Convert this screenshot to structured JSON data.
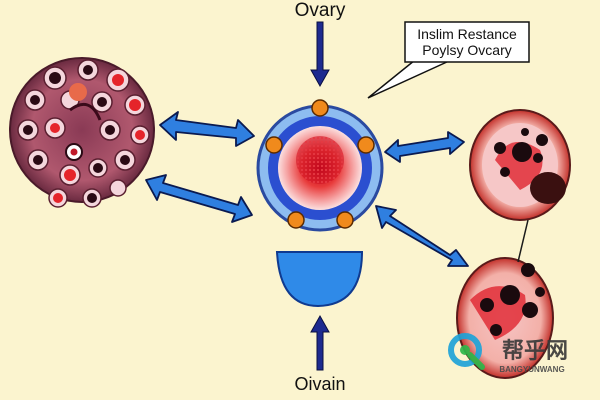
{
  "labels": {
    "top": "Ovary",
    "bottom": "Oivain",
    "callout_line1": "Inslim Restance",
    "callout_line2": "Poylsy Ovcary"
  },
  "watermark": {
    "cn_text": "帮乎网",
    "en_text": "BANGYUNWANG"
  },
  "colors": {
    "background": "#fbf4cf",
    "arrow_blue": "#2f7fe0",
    "arrow_navy": "#1d2a8f",
    "center_ring": "#6fa3e8",
    "cell_red": "#c9182b",
    "follicle_orange": "#f08a1c"
  }
}
